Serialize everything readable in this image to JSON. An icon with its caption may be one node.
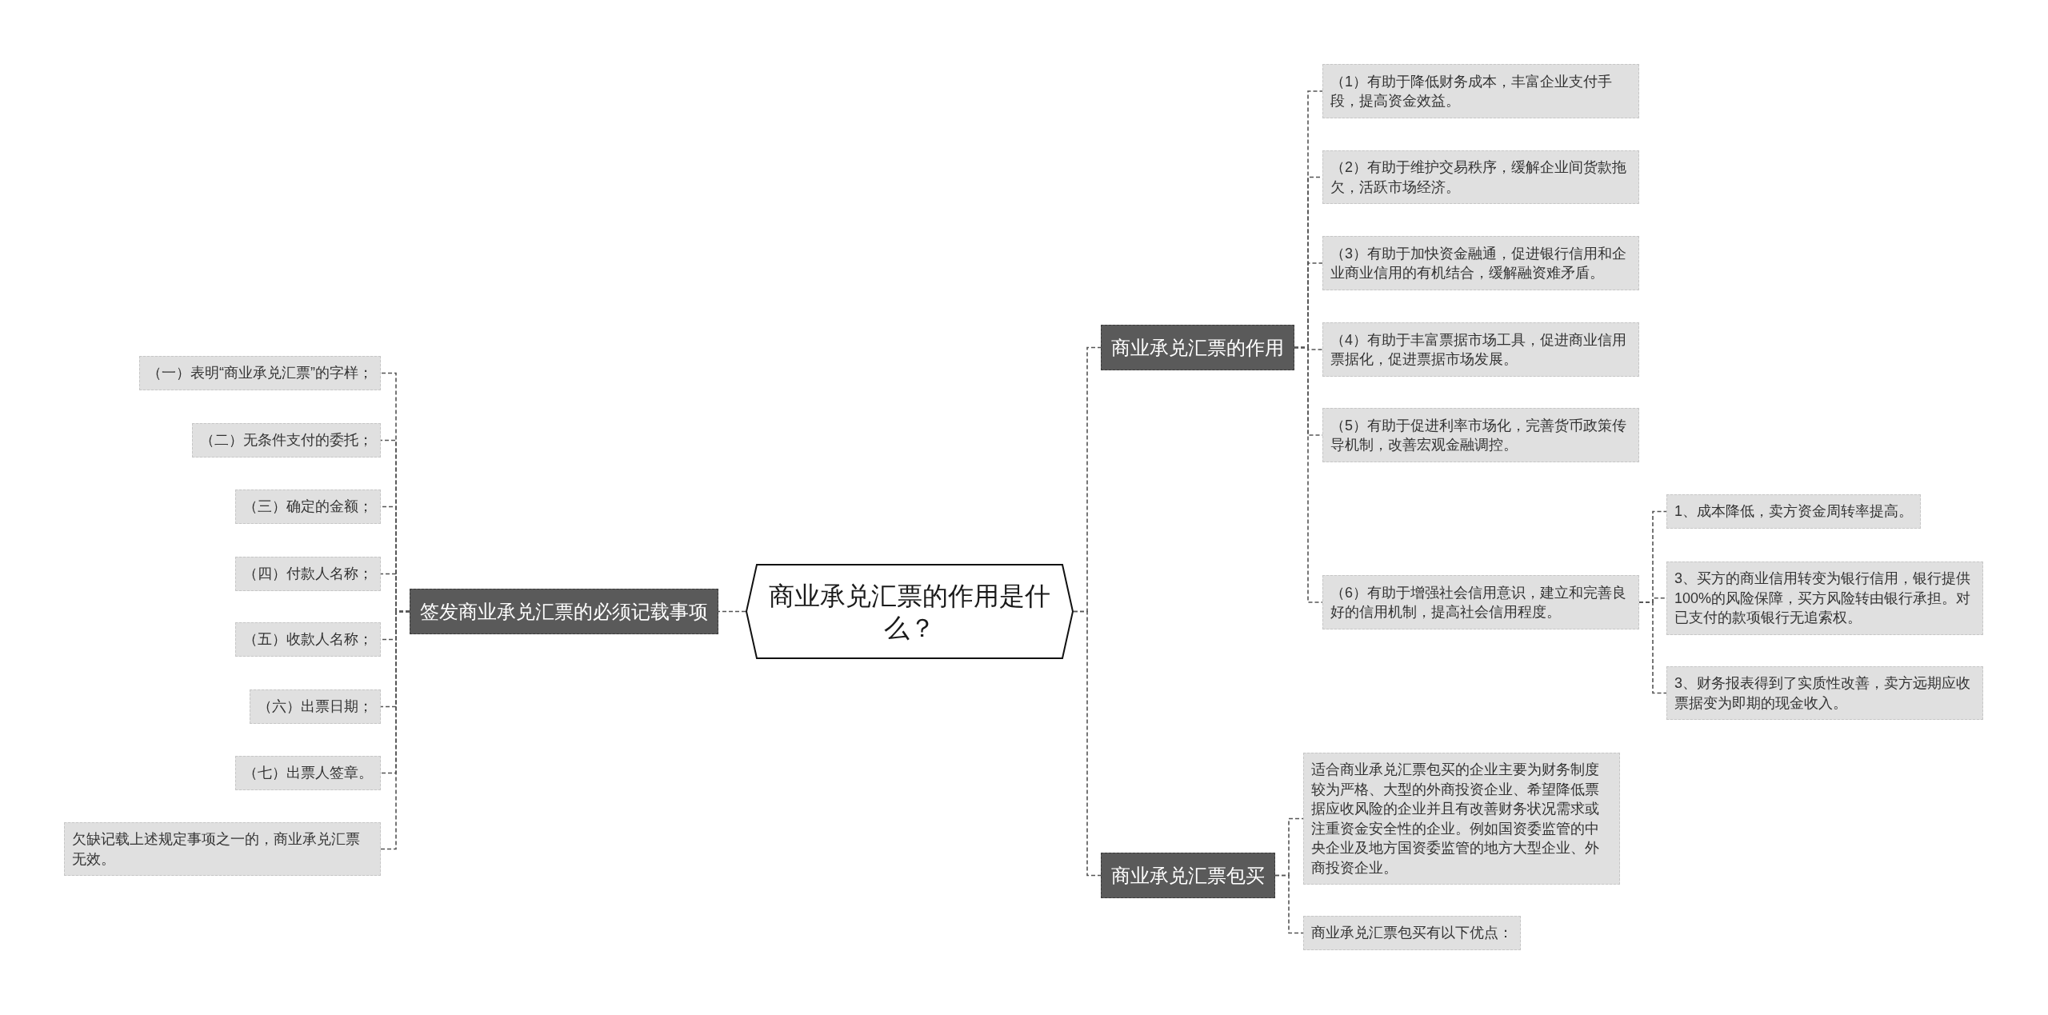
{
  "diagram": {
    "nodes": [
      {
        "text": [
          "商业承兑汇票的作用是什么？"
        ]
      },
      {
        "text": [
          "签发商业承兑汇票的必须记载事项"
        ]
      },
      {
        "text": [
          "（一）表明“商业承兑汇票”的字样；"
        ]
      },
      {
        "text": [
          "（二）无条件支付的委托；"
        ]
      },
      {
        "text": [
          "（三）确定的金额；"
        ]
      },
      {
        "text": [
          "（四）付款人名称；"
        ]
      },
      {
        "text": [
          "（五）收款人名称；"
        ]
      },
      {
        "text": [
          "（六）出票日期；"
        ]
      },
      {
        "text": [
          "（七）出票人签章。"
        ]
      },
      {
        "text": [
          "欠缺记载上述规定事项之一的，商业承兑汇票无效。"
        ]
      },
      {
        "text": [
          "商业承兑汇票的作用"
        ]
      },
      {
        "text": [
          "（1）有助于降低财务成本，丰富企业支付手段，提高资金效益。"
        ]
      },
      {
        "text": [
          "（2）有助于维护交易秩序，缓解企业间货款拖欠，活跃市场经济。"
        ]
      },
      {
        "text": [
          "（3）有助于加快资金融通，促进银行信用和企业商业信用的有机结合，缓解融资难矛盾。"
        ]
      },
      {
        "text": [
          "（4）有助于丰富票据市场工具，促进商业信用票据化，促进票据市场发展。"
        ]
      },
      {
        "text": [
          "（5）有助于促进利率市场化，完善货币政策传导机制，改善宏观金融调控。"
        ]
      },
      {
        "text": [
          "（6）有助于增强社会信用意识，建立和完善良好的信用机制，提高社会信用程度。"
        ]
      },
      {
        "text": [
          "1、成本降低，卖方资金周转率提高。"
        ]
      },
      {
        "text": [
          "3、买方的商业信用转变为银行信用，银行提供100%的风险保障，买方风险转由银行承担。对已支付的款项银行无追索权。"
        ]
      },
      {
        "text": [
          "3、财务报表得到了实质性改善，卖方远期应收票据变为即期的现金收入。"
        ]
      },
      {
        "text": [
          "商业承兑汇票包买"
        ]
      },
      {
        "text": [
          "适合商业承兑汇票包买的企业主要为财务制度较为严格、大型的外商投资企业、希望降低票据应收风险的企业并且有改善财务状况需求或注重资金安全性的企业。例如国资委监管的中央企业及地方国资委监管的地方大型企业、外商投资企业。"
        ]
      },
      {
        "text": [
          "商业承兑汇票包买有以下优点："
        ]
      }
    ],
    "edges": [
      {
        "from": 0,
        "to": 1,
        "arrow": "none"
      },
      {
        "from": 1,
        "to": 2,
        "arrow": "none"
      },
      {
        "from": 1,
        "to": 3,
        "arrow": "none"
      },
      {
        "from": 1,
        "to": 4,
        "arrow": "none"
      },
      {
        "from": 1,
        "to": 5,
        "arrow": "none"
      },
      {
        "from": 1,
        "to": 6,
        "arrow": "none"
      },
      {
        "from": 1,
        "to": 7,
        "arrow": "none"
      },
      {
        "from": 1,
        "to": 8,
        "arrow": "none"
      },
      {
        "from": 1,
        "to": 9,
        "arrow": "none"
      },
      {
        "from": 0,
        "to": 10,
        "arrow": "none"
      },
      {
        "from": 10,
        "to": 11,
        "arrow": "none"
      },
      {
        "from": 10,
        "to": 12,
        "arrow": "none"
      },
      {
        "from": 10,
        "to": 13,
        "arrow": "none"
      },
      {
        "from": 10,
        "to": 14,
        "arrow": "none"
      },
      {
        "from": 10,
        "to": 15,
        "arrow": "none"
      },
      {
        "from": 10,
        "to": 16,
        "arrow": "none"
      },
      {
        "from": 16,
        "to": 17,
        "arrow": "none"
      },
      {
        "from": 16,
        "to": 18,
        "arrow": "none"
      },
      {
        "from": 16,
        "to": 19,
        "arrow": "none"
      },
      {
        "from": 0,
        "to": 20,
        "arrow": "none"
      },
      {
        "from": 20,
        "to": 21,
        "arrow": "none"
      },
      {
        "from": 20,
        "to": 22,
        "arrow": "none"
      }
    ]
  }
}
